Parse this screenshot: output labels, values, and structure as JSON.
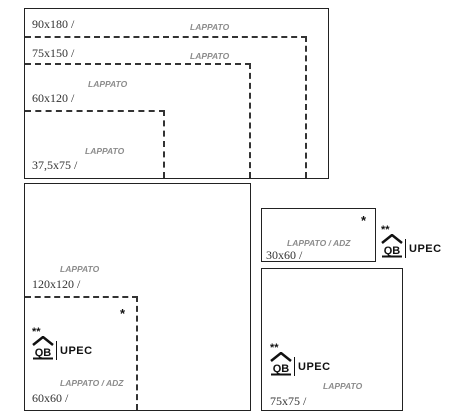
{
  "large_formats": {
    "f90x180": {
      "size": "90x180 /",
      "finish": "LAPPATO"
    },
    "f75x150": {
      "size": "75x150 /",
      "finish": "LAPPATO"
    },
    "f60x120": {
      "size": "60x120 /",
      "finish": "LAPPATO"
    },
    "f37x75": {
      "size": "37,5x75 /",
      "finish": "LAPPATO"
    }
  },
  "square_formats": {
    "f120x120": {
      "size": "120x120 /",
      "finish": "LAPPATO"
    },
    "f60x60": {
      "size": "60x60 /",
      "finish": "LAPPATO / ADZ",
      "mark": "*"
    }
  },
  "small_formats": {
    "f30x60": {
      "size": "30x60 /",
      "finish": "LAPPATO / ADZ",
      "mark": "*"
    },
    "f75x75": {
      "size": "75x75 /",
      "finish": "LAPPATO"
    }
  },
  "certification": {
    "stars": "**",
    "logo_text": "UPEC",
    "icon": "qb-logo-icon"
  }
}
